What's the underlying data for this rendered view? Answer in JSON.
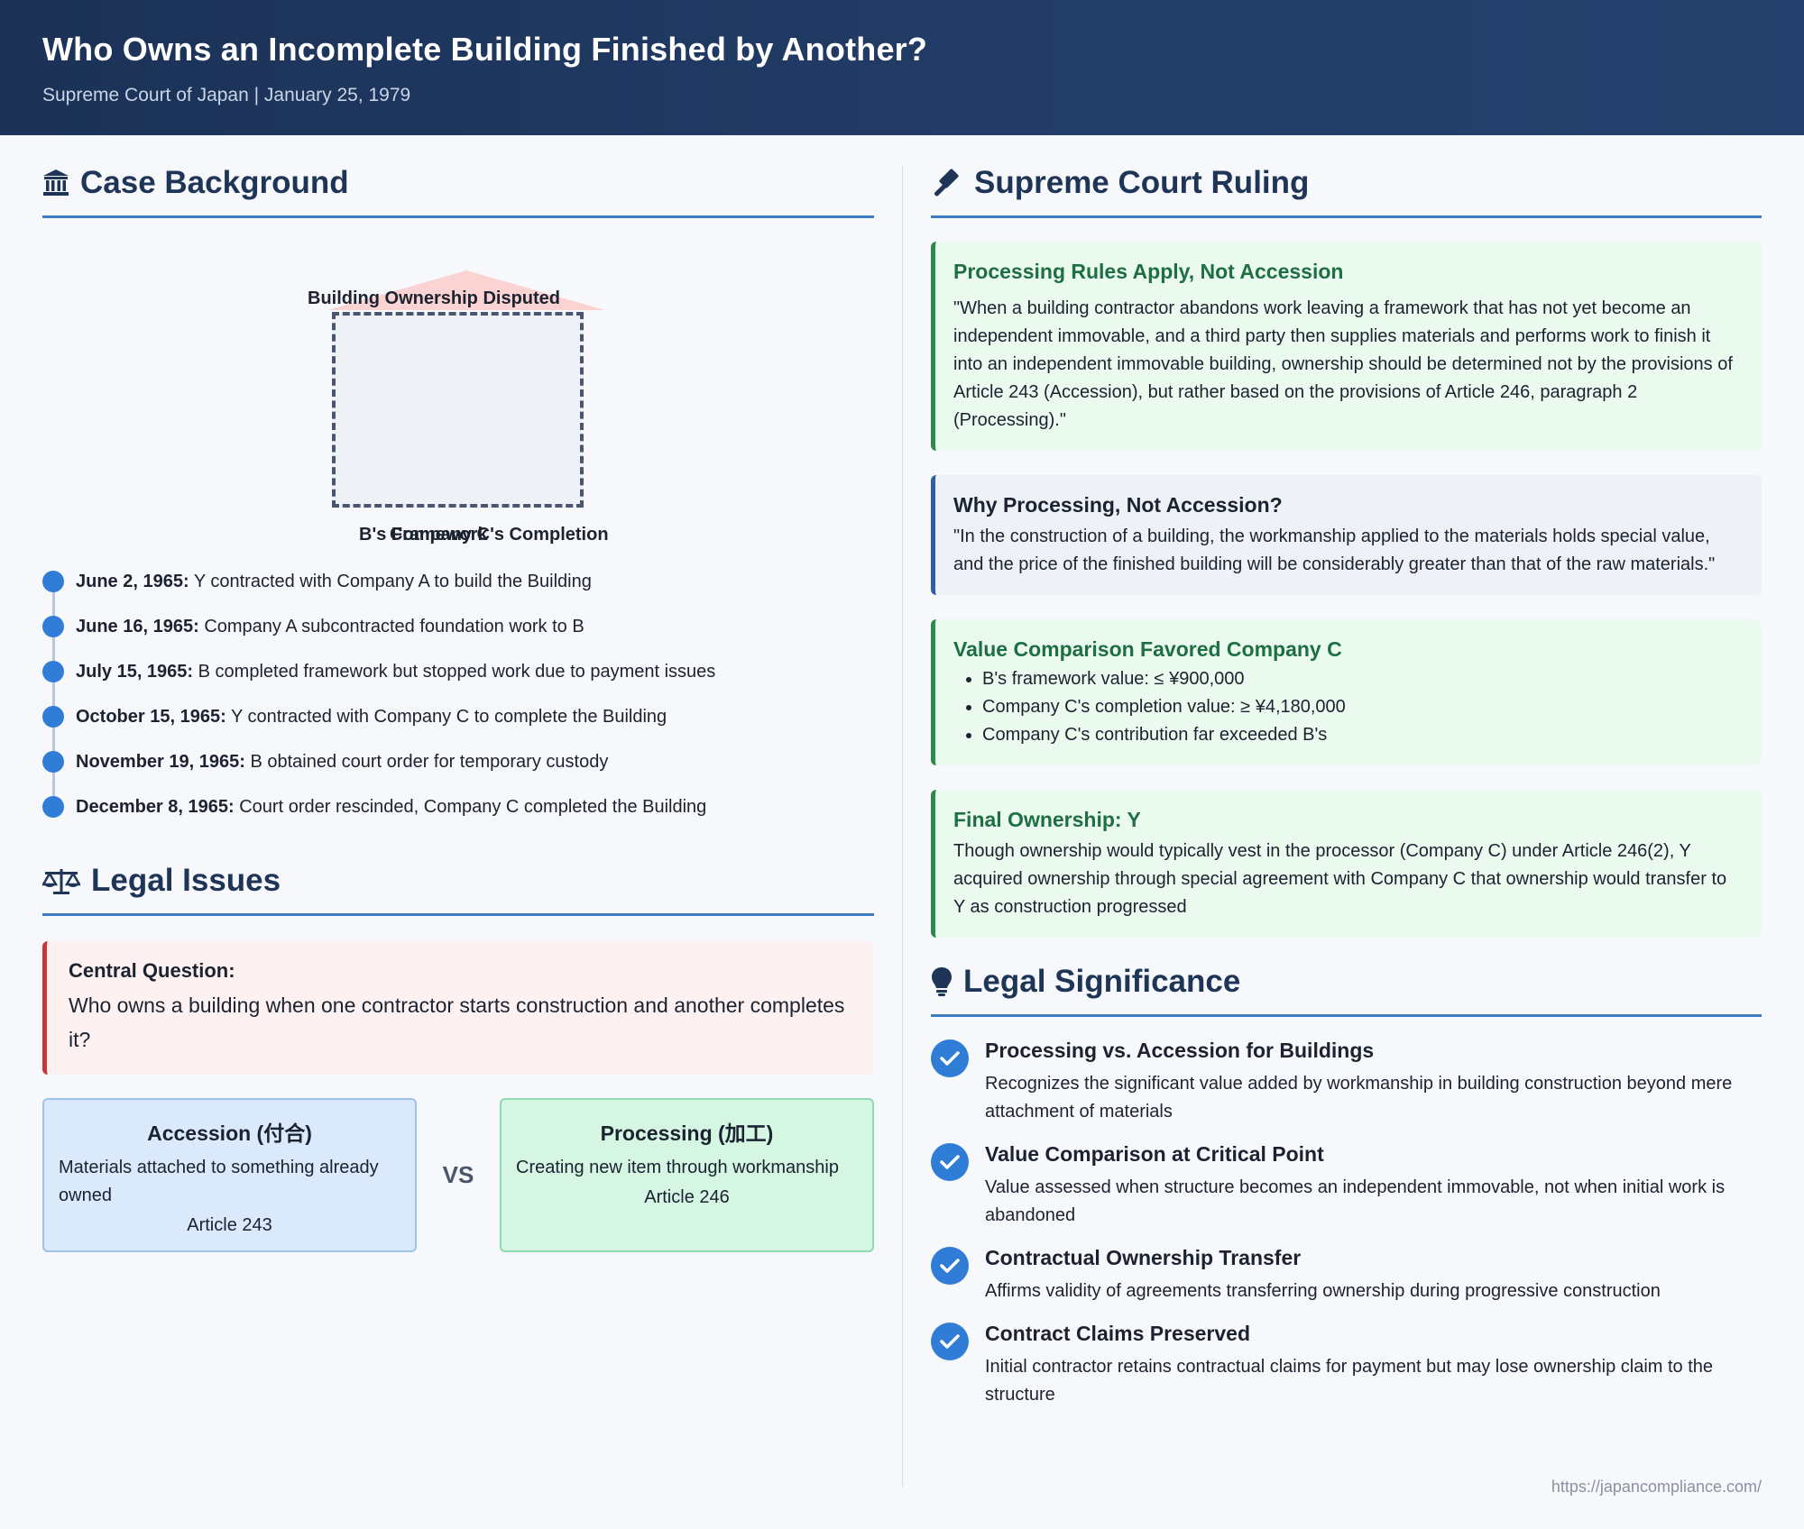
{
  "header": {
    "title": "Who Owns an Incomplete Building Finished by Another?",
    "subtitle": "Supreme Court of Japan | January 25, 1979"
  },
  "background": {
    "title": "Case Background",
    "diagram": {
      "title": "Building Ownership Disputed",
      "label_a": "B's Framework",
      "label_b": "Company C's Completion"
    },
    "timeline": [
      {
        "date": "June 2, 1965:",
        "text": "Y contracted with Company A to build the Building"
      },
      {
        "date": "June 16, 1965:",
        "text": "Company A subcontracted foundation work to B"
      },
      {
        "date": "July 15, 1965:",
        "text": "B completed framework but stopped work due to payment issues"
      },
      {
        "date": "October 15, 1965:",
        "text": "Y contracted with Company C to complete the Building"
      },
      {
        "date": "November 19, 1965:",
        "text": "B obtained court order for temporary custody"
      },
      {
        "date": "December 8, 1965:",
        "text": "Court order rescinded, Company C completed the Building"
      }
    ]
  },
  "issues": {
    "title": "Legal Issues",
    "question_label": "Central Question:",
    "question": "Who owns a building when one contractor starts construction and another completes it?",
    "accession": {
      "title": "Accession (付合)",
      "desc": "Materials attached to something already owned",
      "article": "Article 243"
    },
    "vs": "VS",
    "processing": {
      "title": "Processing (加工)",
      "desc": "Creating new item through workmanship",
      "article": "Article 246"
    }
  },
  "ruling": {
    "title": "Supreme Court Ruling",
    "card1": {
      "title": "Processing Rules Apply, Not Accession",
      "text": "\"When a building contractor abandons work leaving a framework that has not yet become an independent immovable, and a third party then supplies materials and performs work to finish it into an independent immovable building, ownership should be determined not by the provisions of Article 243 (Accession), but rather based on the provisions of Article 246, paragraph 2 (Processing).\""
    },
    "card2": {
      "title": "Why Processing, Not Accession?",
      "text": "\"In the construction of a building, the workmanship applied to the materials holds special value, and the price of the finished building will be considerably greater than that of the raw materials.\""
    },
    "card3": {
      "title": "Value Comparison Favored Company C",
      "items": [
        "B's framework value: ≤ ¥900,000",
        "Company C's completion value: ≥ ¥4,180,000",
        "Company C's contribution far exceeded B's"
      ]
    },
    "card4": {
      "title": "Final Ownership: Y",
      "text": "Though ownership would typically vest in the processor (Company C) under Article 246(2), Y acquired ownership through special agreement with Company C that ownership would transfer to Y as construction progressed"
    }
  },
  "significance": {
    "title": "Legal Significance",
    "items": [
      {
        "title": "Processing vs. Accession for Buildings",
        "text": "Recognizes the significant value added by workmanship in building construction beyond mere attachment of materials"
      },
      {
        "title": "Value Comparison at Critical Point",
        "text": "Value assessed when structure becomes an independent immovable, not when initial work is abandoned"
      },
      {
        "title": "Contractual Ownership Transfer",
        "text": "Affirms validity of agreements transferring ownership during progressive construction"
      },
      {
        "title": "Contract Claims Preserved",
        "text": "Initial contractor retains contractual claims for payment but may lose ownership claim to the structure"
      }
    ]
  },
  "footer": {
    "url": "https://japancompliance.com/"
  },
  "colors": {
    "header_bg": "#1c3257",
    "accent_blue": "#3c7cc5",
    "green": "#2d8a4f",
    "red": "#c7363a"
  }
}
